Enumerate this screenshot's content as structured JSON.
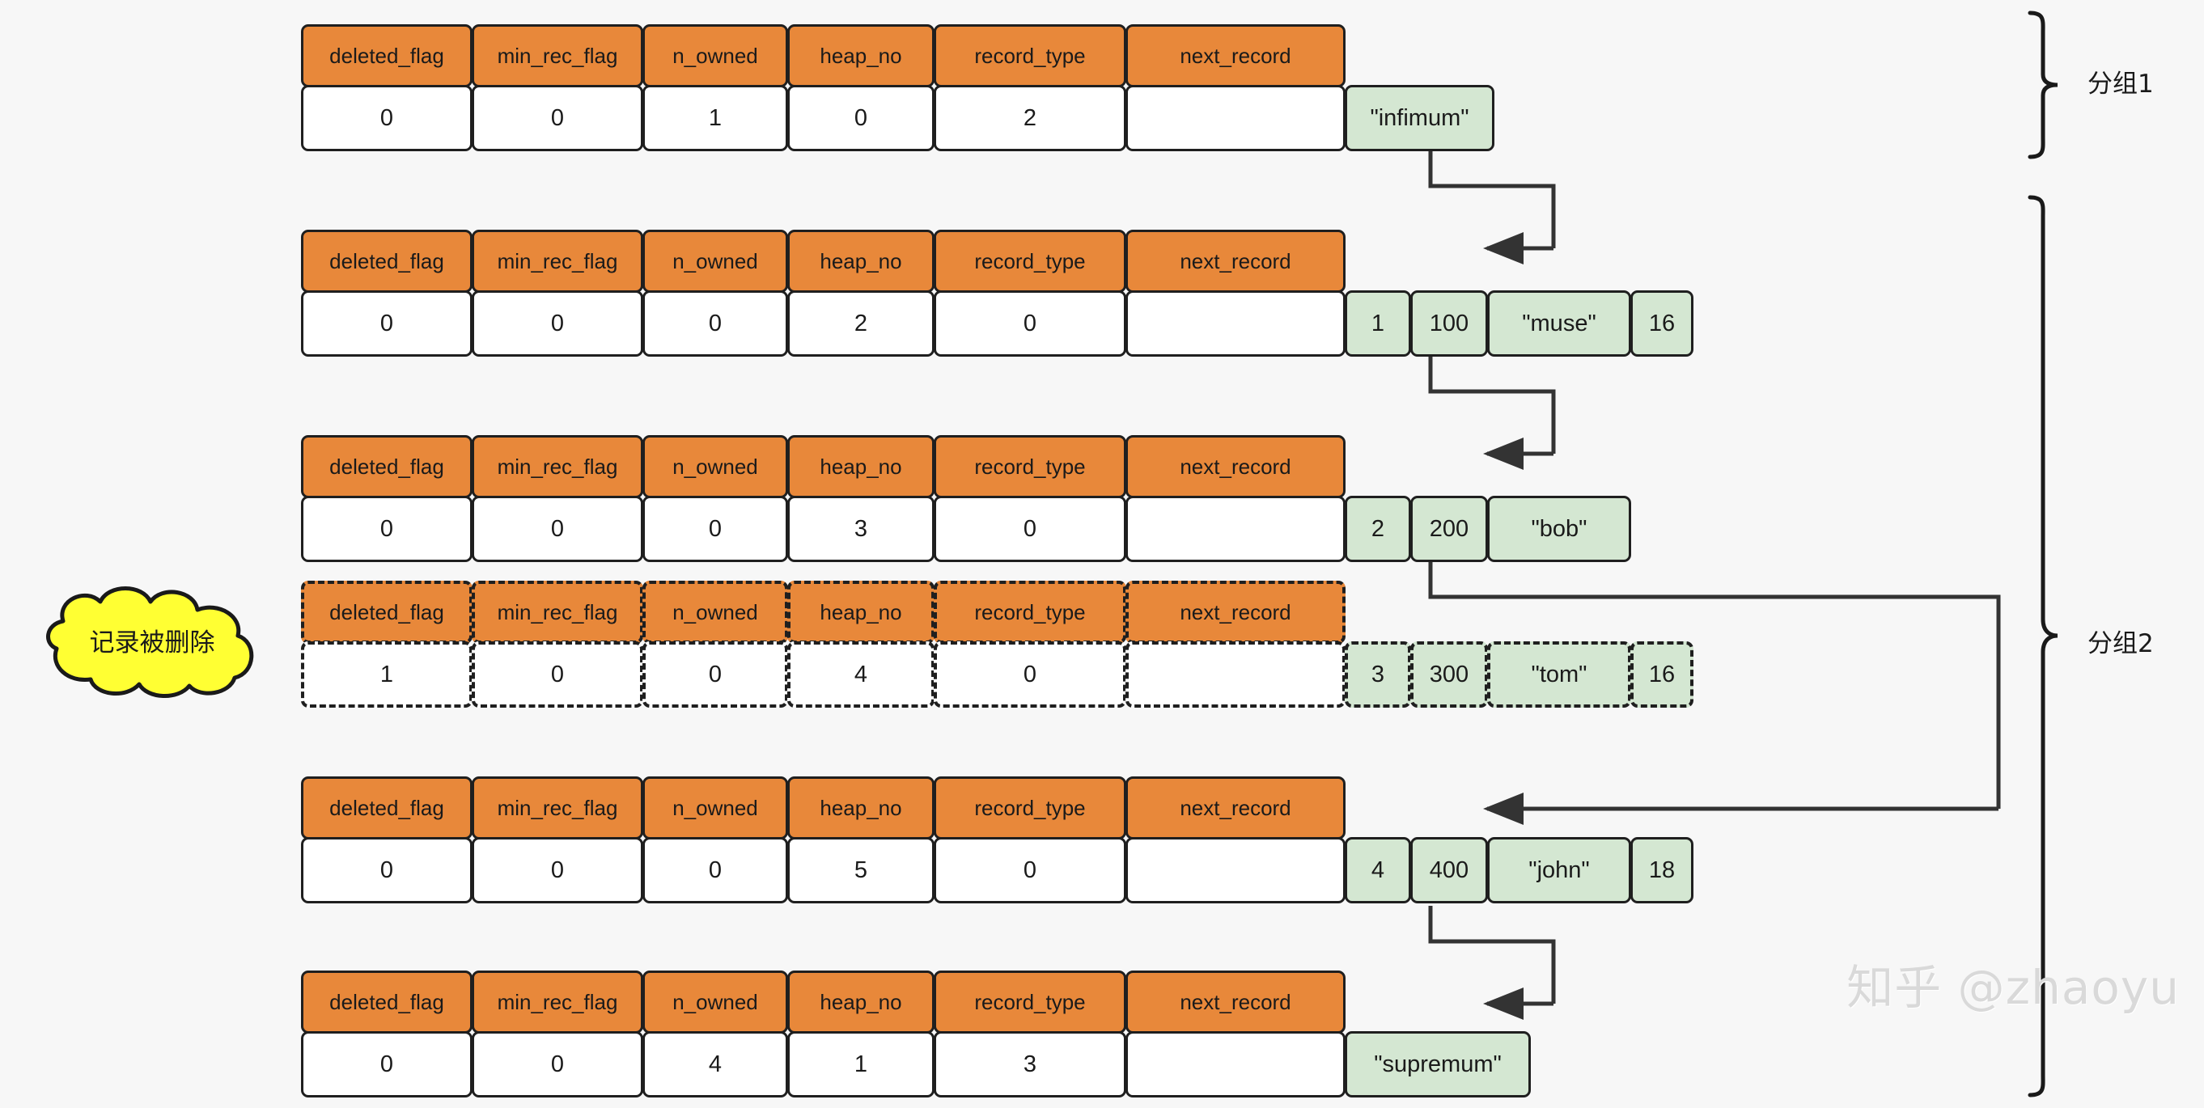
{
  "diagram": {
    "title": "InnoDB page record linked list",
    "colors": {
      "header_orange": "#e8883a",
      "data_green": "#d4e7d2",
      "cloud_yellow": "#ffff33",
      "border": "#1f1f1f",
      "background": "#f7f7f7",
      "watermark": "#d9d9d9"
    },
    "columns": [
      "deleted_flag",
      "min_rec_flag",
      "n_owned",
      "heap_no",
      "record_type",
      "next_record"
    ],
    "records": [
      {
        "id": "infimum",
        "deleted": false,
        "headers": [
          "deleted_flag",
          "min_rec_flag",
          "n_owned",
          "heap_no",
          "record_type",
          "next_record"
        ],
        "values": [
          "0",
          "0",
          "1",
          "0",
          "2",
          ""
        ],
        "data": [
          "\"infimum\""
        ]
      },
      {
        "id": "muse",
        "deleted": false,
        "headers": [
          "deleted_flag",
          "min_rec_flag",
          "n_owned",
          "heap_no",
          "record_type",
          "next_record"
        ],
        "values": [
          "0",
          "0",
          "0",
          "2",
          "0",
          ""
        ],
        "data": [
          "1",
          "100",
          "\"muse\"",
          "16"
        ]
      },
      {
        "id": "bob",
        "deleted": false,
        "headers": [
          "deleted_flag",
          "min_rec_flag",
          "n_owned",
          "heap_no",
          "record_type",
          "next_record"
        ],
        "values": [
          "0",
          "0",
          "0",
          "3",
          "0",
          ""
        ],
        "data": [
          "2",
          "200",
          "\"bob\""
        ]
      },
      {
        "id": "tom",
        "deleted": true,
        "headers": [
          "deleted_flag",
          "min_rec_flag",
          "n_owned",
          "heap_no",
          "record_type",
          "next_record"
        ],
        "values": [
          "1",
          "0",
          "0",
          "4",
          "0",
          ""
        ],
        "data": [
          "3",
          "300",
          "\"tom\"",
          "16"
        ]
      },
      {
        "id": "john",
        "deleted": false,
        "headers": [
          "deleted_flag",
          "min_rec_flag",
          "n_owned",
          "heap_no",
          "record_type",
          "next_record"
        ],
        "values": [
          "0",
          "0",
          "0",
          "5",
          "0",
          ""
        ],
        "data": [
          "4",
          "400",
          "\"john\"",
          "18"
        ]
      },
      {
        "id": "supremum",
        "deleted": false,
        "headers": [
          "deleted_flag",
          "min_rec_flag",
          "n_owned",
          "heap_no",
          "record_type",
          "next_record"
        ],
        "values": [
          "0",
          "0",
          "4",
          "1",
          "3",
          ""
        ],
        "data": [
          "\"supremum\""
        ]
      }
    ],
    "annotation": {
      "cloud_text": "记录被删除"
    },
    "groups": [
      {
        "label": "分组1"
      },
      {
        "label": "分组2"
      }
    ],
    "watermark": "知乎 @zhaoyu"
  }
}
